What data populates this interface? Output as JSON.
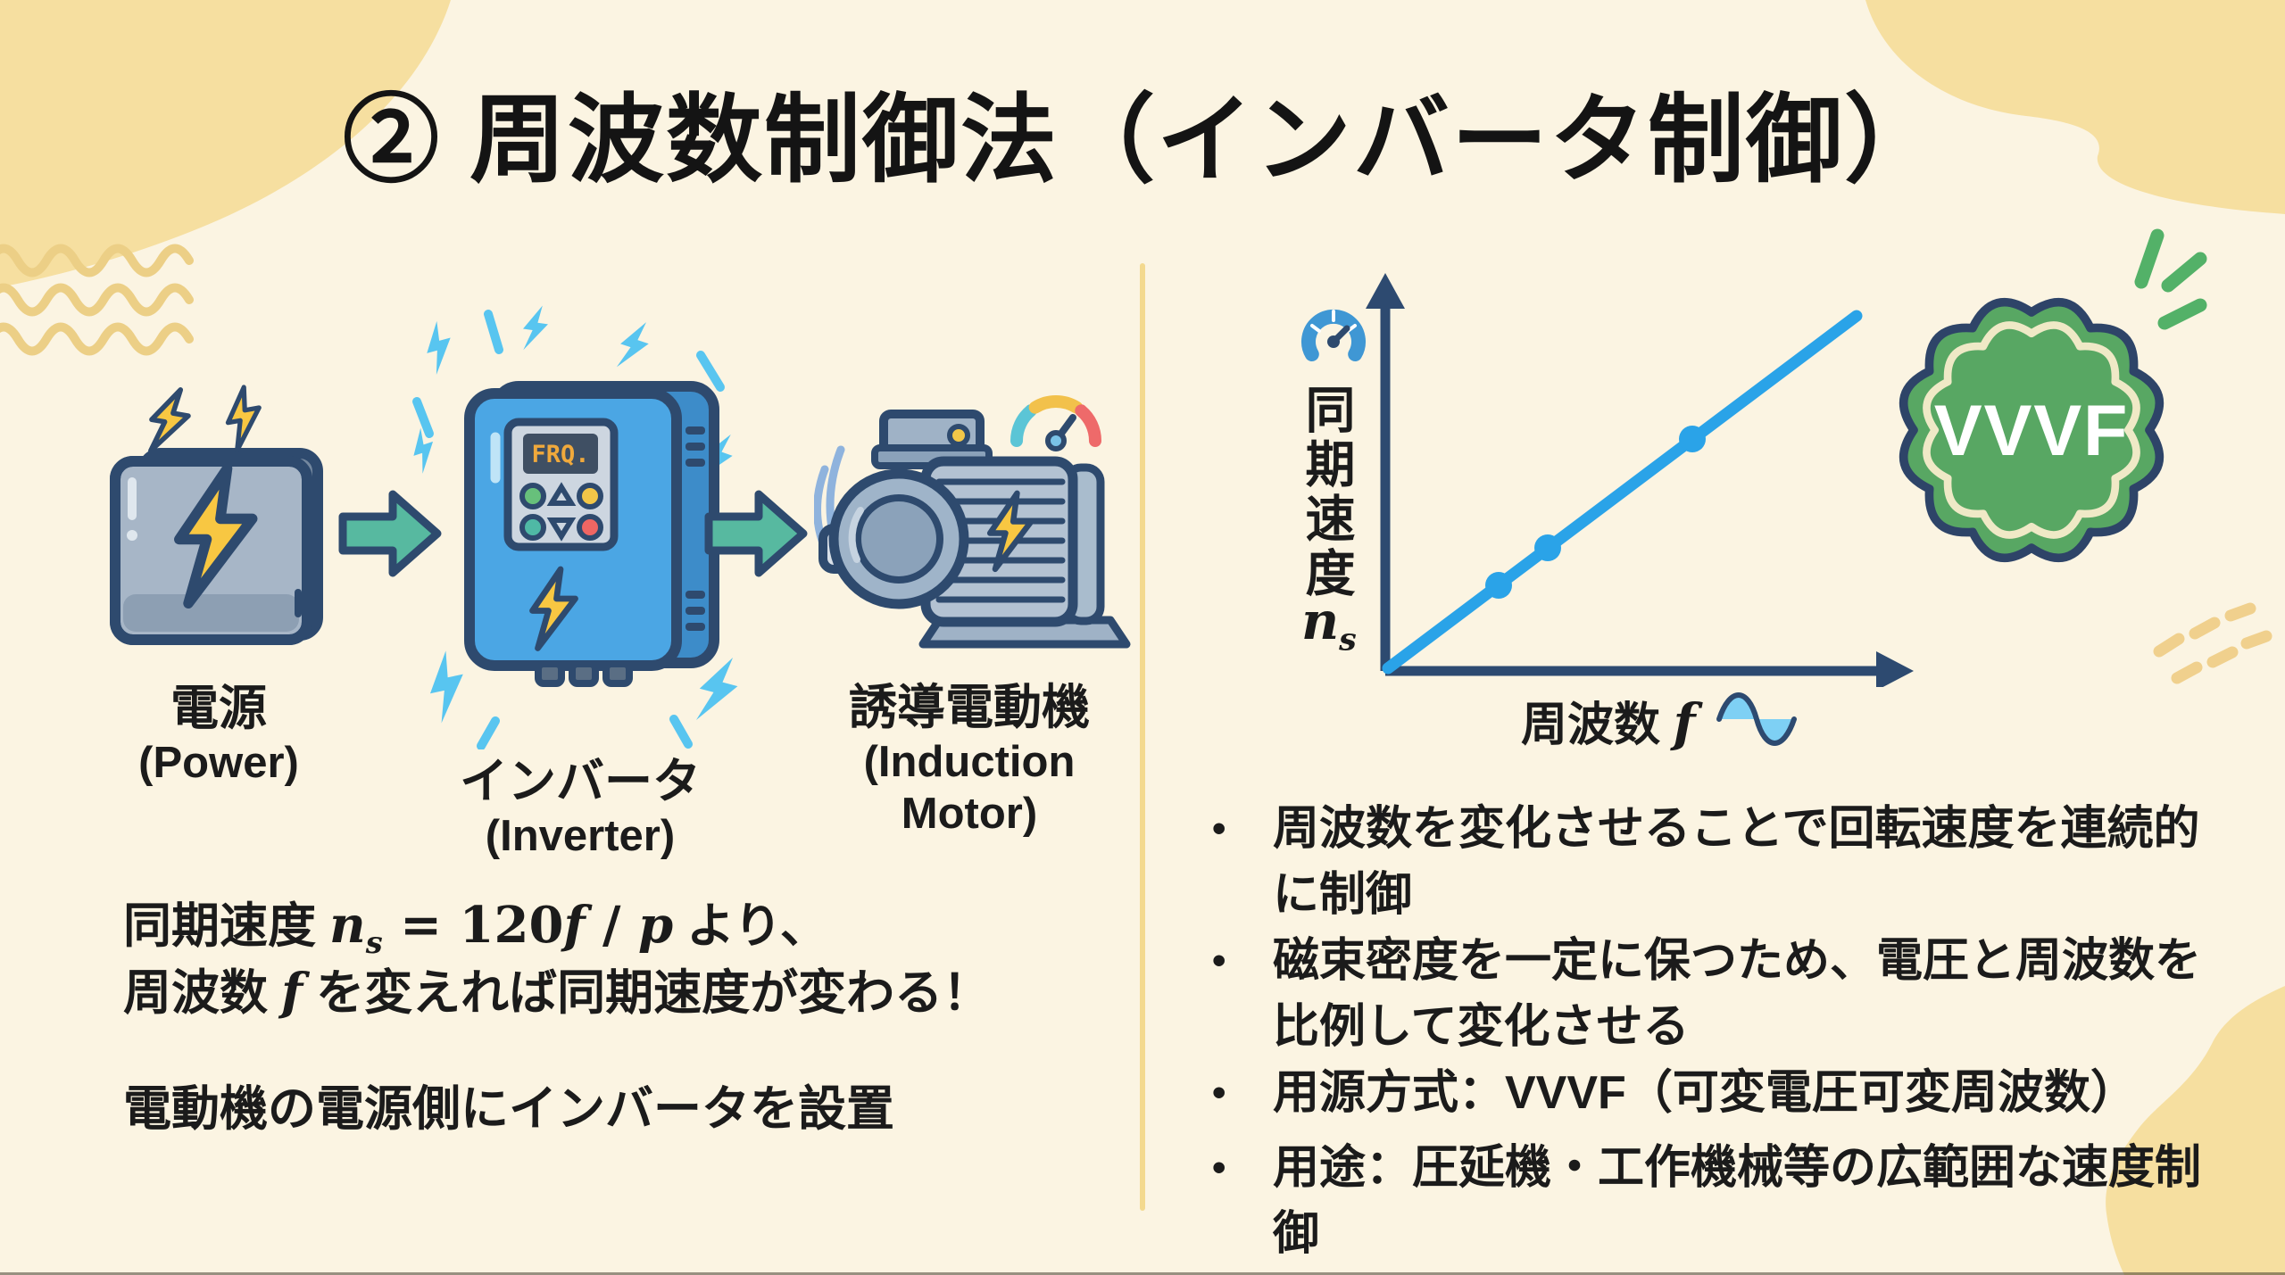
{
  "title": "② 周波数制御法（インバータ制御）",
  "bullet_char": "•",
  "flow": {
    "power": {
      "label_ja": "電源",
      "label_en": "(Power)"
    },
    "inverter": {
      "label_ja": "インバータ",
      "label_en": "(Inverter)",
      "display": "FRQ."
    },
    "motor": {
      "label_ja": "誘導電動機",
      "label_en": "(Induction Motor)"
    }
  },
  "left_text": {
    "formula": {
      "p1": "同期速度 ",
      "n": "n",
      "s": "s",
      "p2": " = 120",
      "f": "f",
      "p3": " / ",
      "p4": "p",
      "p5": " より、"
    },
    "line2": {
      "p1": "周波数 ",
      "f": "f",
      "p2": " を変えれば同期速度が変わる！"
    },
    "note": "電動機の電源側にインバータを設置"
  },
  "chart": {
    "type": "line",
    "description": "conceptual proportional line: synchronous speed ns rises linearly with frequency f, three sample points on the line",
    "y_axis": {
      "label": "同期速度",
      "symbol_n": "n",
      "symbol_sub": "s"
    },
    "x_axis": {
      "label": "周波数 ",
      "symbol_f": "f"
    }
  },
  "badge": {
    "text": "VVVF"
  },
  "bullets": [
    "周波数を変化させることで回転速度を連続的に制御",
    "磁束密度を一定に保つため、電圧と周波数を比例して変化させる",
    "用源方式：VVVF（可変電圧可変周波数）",
    "用途：圧延機・工作機械等の広範囲な速度制御"
  ],
  "colors": {
    "background": "#fbf4e2",
    "blob_yellow": "#f6dfa0",
    "wave_yellow": "#eccf86",
    "navy_outline": "#2e4a6e",
    "chart_line_blue": "#2aa3e8",
    "spark_blue": "#58c5f0",
    "arrow_teal": "#57b9a0",
    "bolt_yellow": "#f8c742",
    "inverter_blue": "#4ba6e4",
    "badge_green": "#58a763",
    "green_dash": "#53b168",
    "text": "#1b1b1b"
  }
}
